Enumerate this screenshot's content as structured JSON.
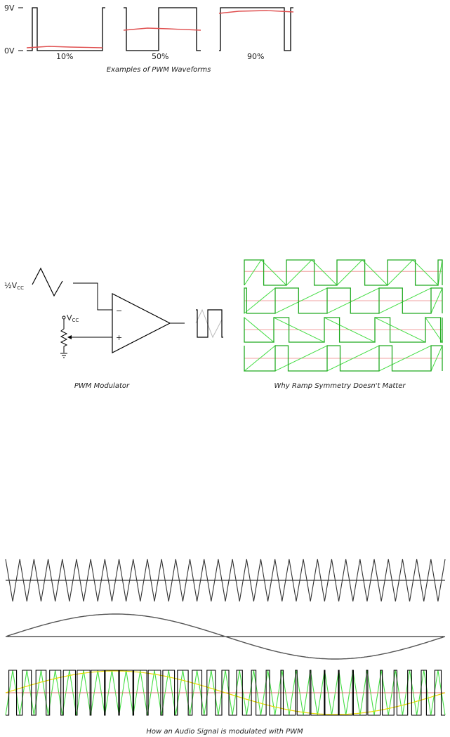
{
  "pwm_examples": {
    "y_labels": [
      "9V",
      "0V"
    ],
    "duty_labels": [
      "10%",
      "50%",
      "90%"
    ],
    "caption": "Examples of PWM Waveforms"
  },
  "modulator": {
    "half_vcc_prefix": "½V",
    "vcc_prefix": "V",
    "vcc_sub": "CC",
    "minus_sign": "−",
    "plus_sign": "+",
    "caption": "PWM Modulator"
  },
  "ramp": {
    "caption": "Why Ramp Symmetry Doesn't Matter"
  },
  "audio": {
    "caption": "How an Audio Signal is modulated with PWM"
  },
  "colors": {
    "trace": "#000000",
    "average": "#e05050",
    "ramp_green": "#22aa22",
    "sine_yellow": "#e8d800",
    "bright_green": "#44dd44"
  }
}
